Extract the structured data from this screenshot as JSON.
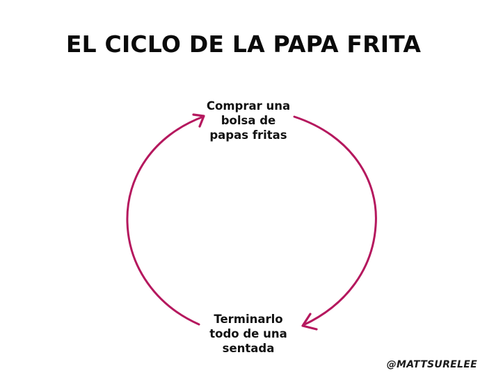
{
  "title": "EL CICLO DE LA PAPA FRITA",
  "diagram": {
    "type": "cycle",
    "stroke_color": "#b5185e",
    "nodes": [
      {
        "id": "buy",
        "position": "top",
        "lines": [
          "Comprar una",
          "bolsa de",
          "papas fritas"
        ]
      },
      {
        "id": "finish",
        "position": "bottom",
        "lines": [
          "Terminarlo",
          "todo de una",
          "sentada"
        ]
      }
    ],
    "edges": [
      {
        "from": "buy",
        "to": "finish",
        "side": "right",
        "direction": "clockwise"
      },
      {
        "from": "finish",
        "to": "buy",
        "side": "left",
        "direction": "clockwise"
      }
    ]
  },
  "credit": "@MATTSURELEE"
}
